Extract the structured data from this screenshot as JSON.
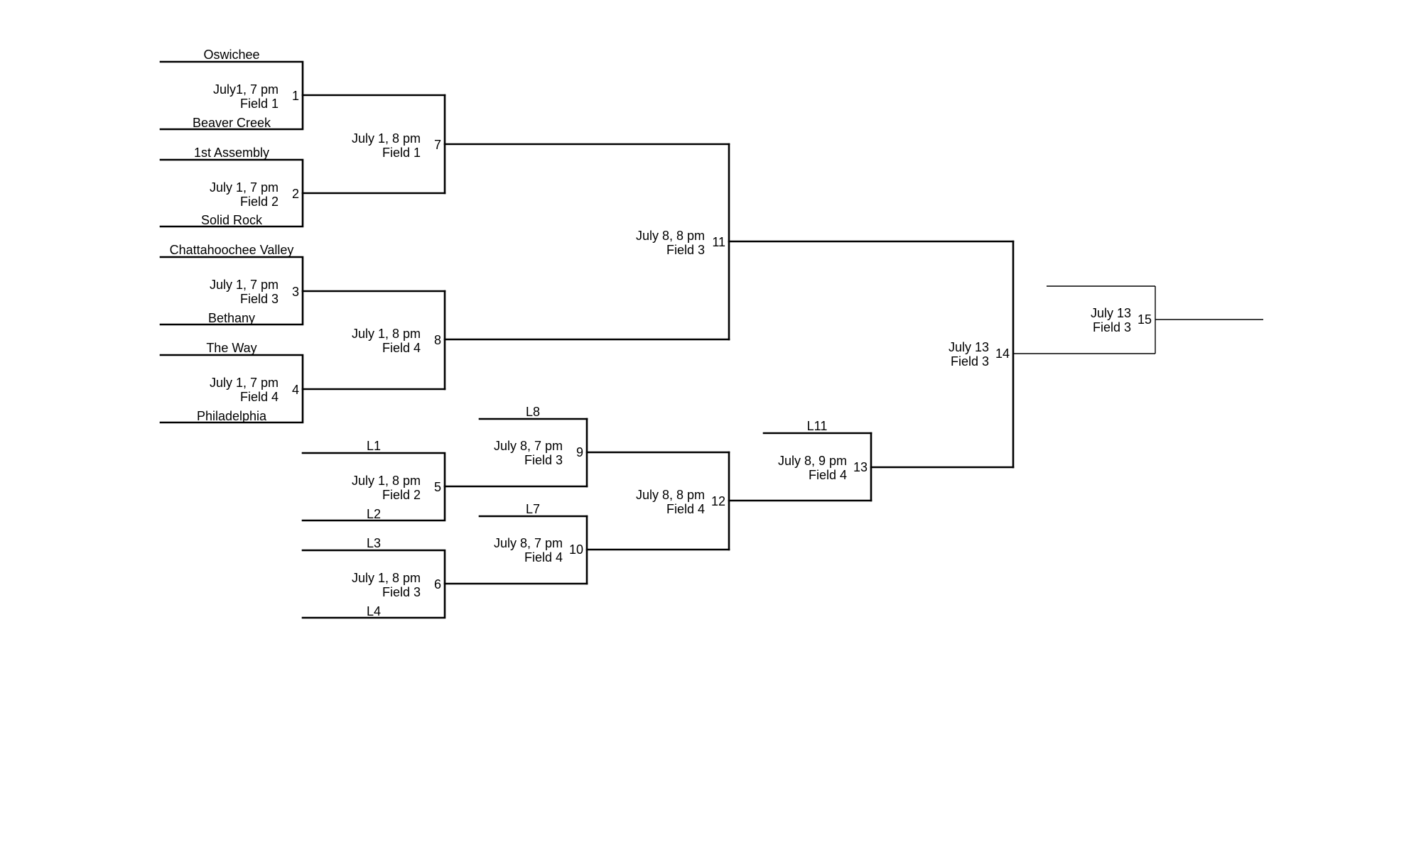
{
  "bracket": {
    "teams": {
      "oswichee": "Oswichee",
      "beaver_creek": "Beaver Creek",
      "first_assembly": "1st Assembly",
      "solid_rock": "Solid Rock",
      "chattahoochee_valley": "Chattahoochee Valley",
      "bethany": "Bethany",
      "the_way": "The Way",
      "philadelphia": "Philadelphia"
    },
    "losers": {
      "l1": "L1",
      "l2": "L2",
      "l3": "L3",
      "l4": "L4",
      "l7": "L7",
      "l8": "L8",
      "l11": "L11"
    },
    "games": {
      "g1": {
        "number": "1",
        "time": "July1, 7 pm",
        "field": "Field 1"
      },
      "g2": {
        "number": "2",
        "time": "July 1, 7 pm",
        "field": "Field 2"
      },
      "g3": {
        "number": "3",
        "time": "July 1, 7 pm",
        "field": "Field 3"
      },
      "g4": {
        "number": "4",
        "time": "July 1, 7 pm",
        "field": "Field 4"
      },
      "g5": {
        "number": "5",
        "time": "July 1, 8 pm",
        "field": "Field 2"
      },
      "g6": {
        "number": "6",
        "time": "July 1, 8 pm",
        "field": "Field 3"
      },
      "g7": {
        "number": "7",
        "time": "July 1, 8 pm",
        "field": "Field 1"
      },
      "g8": {
        "number": "8",
        "time": "July 1, 8 pm",
        "field": "Field 4"
      },
      "g9": {
        "number": "9",
        "time": "July 8, 7 pm",
        "field": "Field 3"
      },
      "g10": {
        "number": "10",
        "time": "July 8, 7 pm",
        "field": "Field 4"
      },
      "g11": {
        "number": "11",
        "time": "July 8, 8 pm",
        "field": "Field 3"
      },
      "g12": {
        "number": "12",
        "time": "July 8, 8 pm",
        "field": "Field 4"
      },
      "g13": {
        "number": "13",
        "time": "July 8, 9 pm",
        "field": "Field 4"
      },
      "g14": {
        "number": "14",
        "time": "July 13",
        "field": "Field 3"
      },
      "g15": {
        "number": "15",
        "time": "July 13",
        "field": "Field 3"
      }
    }
  }
}
